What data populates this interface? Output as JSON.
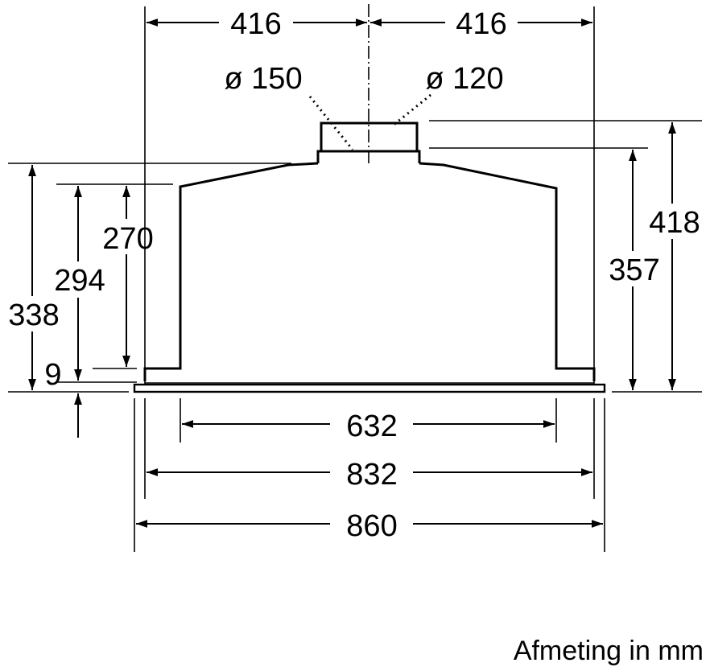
{
  "dimensions": {
    "top_left": "416",
    "top_right": "416",
    "dia_left": "ø 150",
    "dia_right": "ø 120",
    "h_418": "418",
    "h_357": "357",
    "h_338": "338",
    "h_294": "294",
    "h_270": "270",
    "h_9": "9",
    "w_632": "632",
    "w_832": "832",
    "w_860": "860"
  },
  "unit_label": "Afmeting in mm",
  "colors": {
    "line": "#000000",
    "background": "#ffffff"
  }
}
